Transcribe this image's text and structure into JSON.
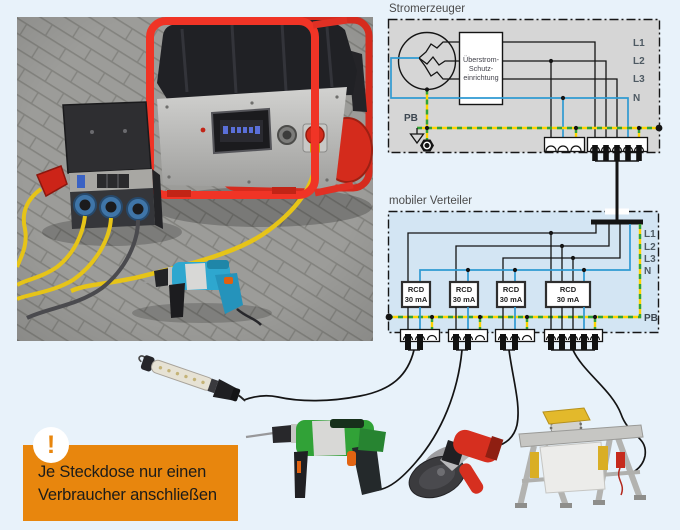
{
  "page": {
    "background": "#e8f2fa"
  },
  "photo": {
    "objects": [
      "generator",
      "mobile-distribution-box",
      "hammer-drill",
      "extension-cables"
    ]
  },
  "generator_diagram": {
    "title": "Stromerzeuger",
    "protection_device": [
      "Überstrom-",
      "Schutz-",
      "einrichtung"
    ],
    "conductor_labels": {
      "l1": "L1",
      "l2": "L2",
      "l3": "L3",
      "n": "N",
      "pb": "PB"
    }
  },
  "distributor_diagram": {
    "title": "mobiler Verteiler",
    "rcds": [
      {
        "name": "RCD",
        "rating": "30 mA"
      },
      {
        "name": "RCD",
        "rating": "30 mA"
      },
      {
        "name": "RCD",
        "rating": "30 mA"
      },
      {
        "name": "RCD",
        "rating": "30 mA"
      }
    ],
    "conductor_labels": {
      "l1": "L1",
      "l2": "L2",
      "l3": "L3",
      "n": "N",
      "pb": "PB"
    }
  },
  "warning": {
    "icon_glyph": "!",
    "line1": "Je Steckdose nur einen",
    "line2": "Verbraucher anschließen"
  },
  "colors": {
    "accent_orange": "#e8860d",
    "wire_neutral_blue": "#2f9ad2",
    "wire_pe_green": "#2fa33c",
    "wire_pe_yellow": "#ffd400",
    "wire_black": "#141414",
    "generator_box_fill": "#d6d6d6",
    "distributor_box_fill": "#d3e5f3"
  },
  "tools": [
    "work-light",
    "hammer-drill",
    "angle-grinder",
    "table-saw"
  ]
}
